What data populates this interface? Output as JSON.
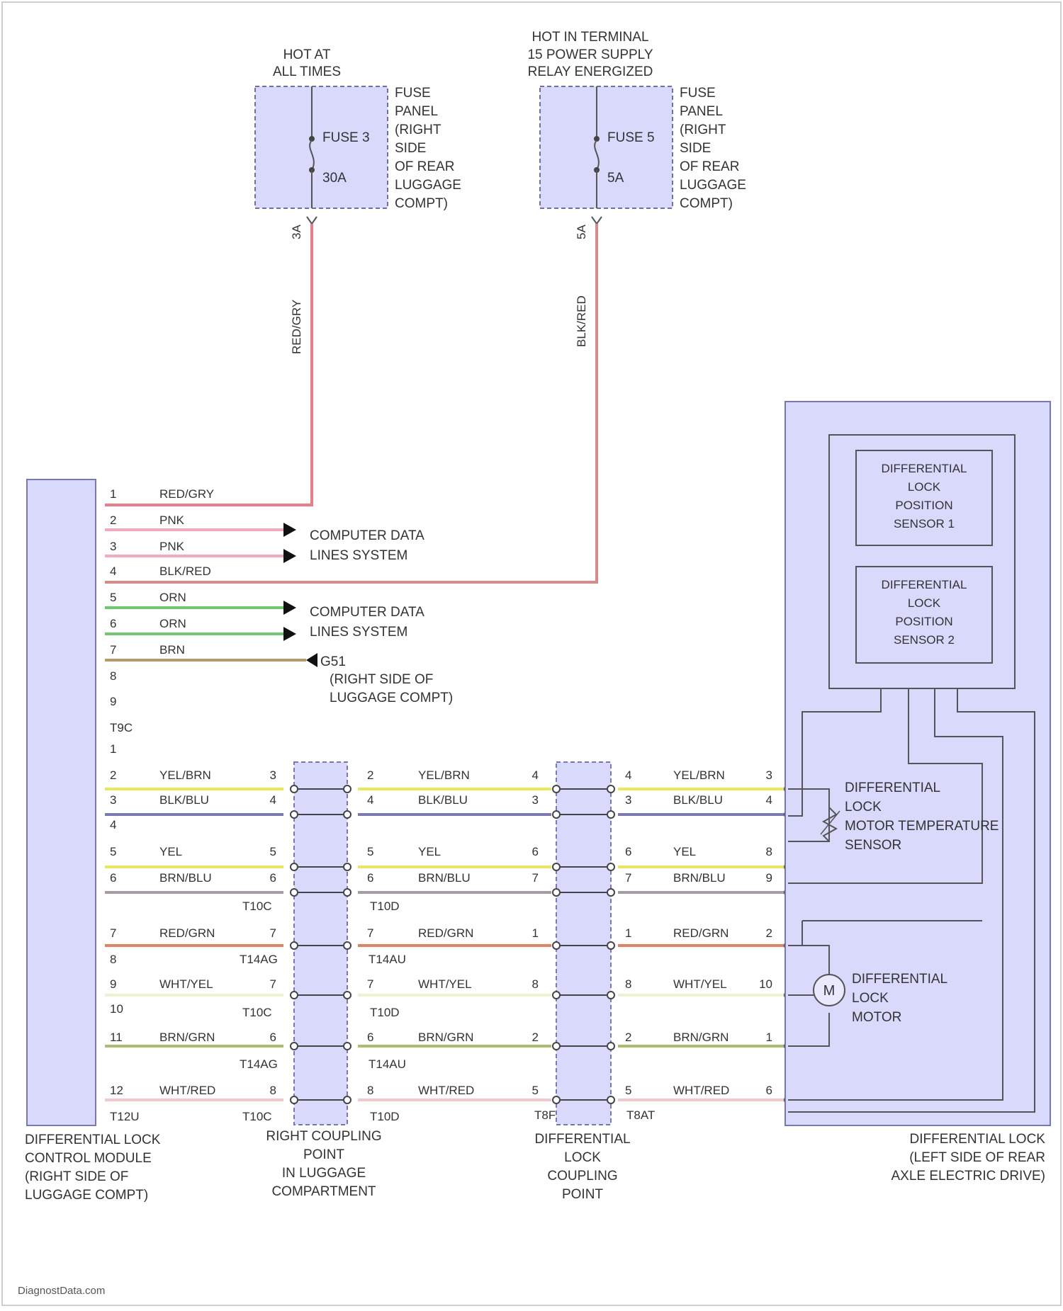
{
  "fuse_left": {
    "supply": [
      "HOT AT",
      "ALL TIMES"
    ],
    "fuse": "FUSE 3",
    "rating": "30A",
    "location": [
      "FUSE",
      "PANEL",
      "(RIGHT",
      "SIDE",
      "OF REAR",
      "LUGGAGE",
      "COMPT)"
    ],
    "pin": "3A",
    "wire": "RED/GRY"
  },
  "fuse_right": {
    "supply": [
      "HOT IN TERMINAL",
      "15 POWER SUPPLY",
      "RELAY ENERGIZED"
    ],
    "fuse": "FUSE 5",
    "rating": "5A",
    "location": [
      "FUSE",
      "PANEL",
      "(RIGHT",
      "SIDE",
      "OF REAR",
      "LUGGAGE",
      "COMPT)"
    ],
    "pin": "5A",
    "wire": "BLK/RED"
  },
  "module_top_pins": [
    {
      "pin": "1",
      "color": "RED/GRY"
    },
    {
      "pin": "2",
      "color": "PNK"
    },
    {
      "pin": "3",
      "color": "PNK"
    },
    {
      "pin": "4",
      "color": "BLK/RED"
    },
    {
      "pin": "5",
      "color": "ORN"
    },
    {
      "pin": "6",
      "color": "ORN"
    },
    {
      "pin": "7",
      "color": "BRN"
    },
    {
      "pin": "8",
      "color": ""
    },
    {
      "pin": "9",
      "color": ""
    }
  ],
  "module_top_connector": "T9C",
  "computer_data_1": [
    "COMPUTER DATA",
    "LINES SYSTEM"
  ],
  "computer_data_2": [
    "COMPUTER DATA",
    "LINES SYSTEM"
  ],
  "ground": {
    "id": "G51",
    "location": [
      "(RIGHT SIDE OF",
      "LUGGAGE COMPT)"
    ]
  },
  "bottom_rows": [
    {
      "pin": "1",
      "color": "",
      "c1": "",
      "c2": "",
      "c3": "",
      "c4": "",
      "c5": "",
      "c6": "",
      "c7": ""
    },
    {
      "pin": "2",
      "color": "YEL/BRN",
      "c1": "3",
      "c2": "2",
      "c3": "YEL/BRN",
      "c4": "4",
      "c5": "4",
      "c6": "YEL/BRN",
      "c7": "3"
    },
    {
      "pin": "3",
      "color": "BLK/BLU",
      "c1": "4",
      "c2": "4",
      "c3": "BLK/BLU",
      "c4": "3",
      "c5": "3",
      "c6": "BLK/BLU",
      "c7": "4"
    },
    {
      "pin": "4",
      "color": "",
      "c1": "",
      "c2": "",
      "c3": "",
      "c4": "",
      "c5": "",
      "c6": "",
      "c7": ""
    },
    {
      "pin": "5",
      "color": "YEL",
      "c1": "5",
      "c2": "5",
      "c3": "YEL",
      "c4": "6",
      "c5": "6",
      "c6": "YEL",
      "c7": "8"
    },
    {
      "pin": "6",
      "color": "BRN/BLU",
      "c1": "6",
      "c2": "6",
      "c3": "BRN/BLU",
      "c4": "7",
      "c5": "7",
      "c6": "BRN/BLU",
      "c7": "9"
    },
    {
      "pin": "7",
      "color": "RED/GRN",
      "c1": "7",
      "c2": "7",
      "c3": "RED/GRN",
      "c4": "1",
      "c5": "1",
      "c6": "RED/GRN",
      "c7": "2"
    },
    {
      "pin": "8",
      "color": "",
      "c1": "",
      "c2": "",
      "c3": "",
      "c4": "",
      "c5": "",
      "c6": "",
      "c7": ""
    },
    {
      "pin": "9",
      "color": "WHT/YEL",
      "c1": "7",
      "c2": "7",
      "c3": "WHT/YEL",
      "c4": "8",
      "c5": "8",
      "c6": "WHT/YEL",
      "c7": "10"
    },
    {
      "pin": "10",
      "color": "",
      "c1": "",
      "c2": "",
      "c3": "",
      "c4": "",
      "c5": "",
      "c6": "",
      "c7": ""
    },
    {
      "pin": "11",
      "color": "BRN/GRN",
      "c1": "6",
      "c2": "6",
      "c3": "BRN/GRN",
      "c4": "2",
      "c5": "2",
      "c6": "BRN/GRN",
      "c7": "1"
    },
    {
      "pin": "12",
      "color": "WHT/RED",
      "c1": "8",
      "c2": "8",
      "c3": "WHT/RED",
      "c4": "5",
      "c5": "5",
      "c6": "WHT/RED",
      "c7": "6"
    }
  ],
  "connector_labels": {
    "t10c_a": "T10C",
    "t10d_a": "T10D",
    "t14ag_a": "T14AG",
    "t14au_a": "T14AU",
    "t10c_b": "T10C",
    "t10d_b": "T10D",
    "t14ag_b": "T14AG",
    "t14au_b": "T14AU",
    "t12u": "T12U",
    "t10c_c": "T10C",
    "t10d_c": "T10D",
    "t8f": "T8F",
    "t8at": "T8AT"
  },
  "sensor_1": [
    "DIFFERENTIAL",
    "LOCK",
    "POSITION",
    "SENSOR 1"
  ],
  "sensor_2": [
    "DIFFERENTIAL",
    "LOCK",
    "POSITION",
    "SENSOR 2"
  ],
  "temp_sensor": [
    "DIFFERENTIAL",
    "LOCK",
    "MOTOR TEMPERATURE",
    "SENSOR"
  ],
  "motor": [
    "DIFFERENTIAL",
    "LOCK",
    "MOTOR"
  ],
  "motor_symbol": "M",
  "module_label": [
    "DIFFERENTIAL LOCK",
    "CONTROL MODULE",
    "(RIGHT SIDE OF",
    "LUGGAGE COMPT)"
  ],
  "coupling_right_label": [
    "RIGHT COUPLING",
    "POINT",
    "IN LUGGAGE",
    "COMPARTMENT"
  ],
  "coupling_diff_label": [
    "DIFFERENTIAL",
    "LOCK",
    "COUPLING",
    "POINT"
  ],
  "diff_lock_label": [
    "DIFFERENTIAL LOCK",
    "(LEFT SIDE OF REAR",
    "AXLE ELECTRIC DRIVE)"
  ],
  "credit": "DiagnostData.com",
  "colors": {
    "component_fill": "#d9d9fb",
    "component_stroke": "#7777bb",
    "red_gry": "#f07a85",
    "pnk": "#f4aab8",
    "blk_red": "#d78a8a",
    "orn": "#6cc96c",
    "brn": "#b79a6a",
    "yel": "#e8e85a",
    "blk_blu": "#7a7ab8",
    "brn_blu": "#a89aa8",
    "red_grn": "#e88060",
    "wht_yel": "#eef2d0",
    "brn_grn": "#a6c070",
    "wht_red": "#f2c8c8"
  }
}
